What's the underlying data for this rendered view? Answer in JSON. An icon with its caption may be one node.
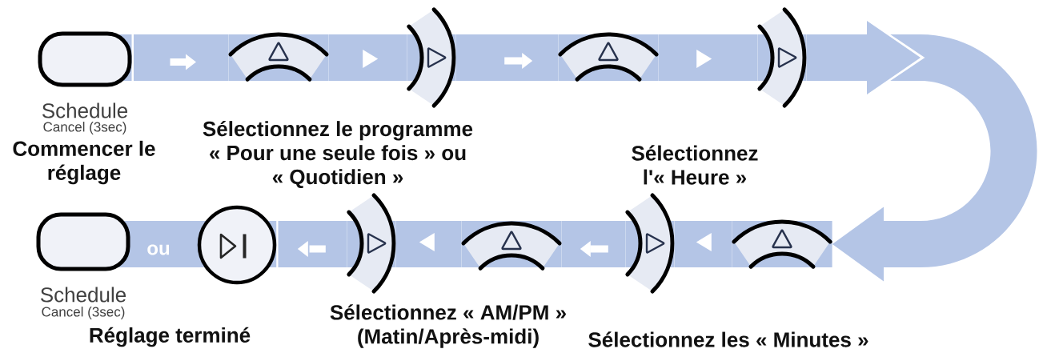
{
  "diagram": {
    "nodes": [
      {
        "text": [
          "Schedule",
          "Cancel (3sec)"
        ]
      },
      {
        "text": [],
        "shape": "arc"
      },
      {
        "text": [],
        "shape": "arc"
      },
      {
        "text": [],
        "shape": "arc"
      },
      {
        "text": [],
        "shape": "arc"
      },
      {
        "text": [
          "Schedule",
          "Cancel (3sec)"
        ]
      },
      {
        "text": [],
        "shape": "circle"
      },
      {
        "text": [],
        "shape": "arc"
      },
      {
        "text": [],
        "shape": "arc"
      },
      {
        "text": [],
        "shape": "arc"
      },
      {
        "text": [],
        "shape": "arc"
      }
    ],
    "edges": [
      {
        "from": 0,
        "to": 1,
        "arrow": "to"
      },
      {
        "from": 1,
        "to": 2,
        "arrow": "to"
      },
      {
        "from": 2,
        "to": 3,
        "arrow": "to"
      },
      {
        "from": 3,
        "to": 4,
        "arrow": "to"
      },
      {
        "from": 4,
        "to": null,
        "arrow": "to"
      },
      {
        "from": null,
        "to": 10,
        "arrow": "to"
      },
      {
        "from": 10,
        "to": 9,
        "arrow": "to"
      },
      {
        "from": 9,
        "to": 8,
        "arrow": "to"
      },
      {
        "from": 8,
        "to": 7,
        "arrow": "to"
      },
      {
        "from": 7,
        "to": 6,
        "arrow": "to"
      }
    ],
    "labels": [
      "Commencer le réglage",
      "Sélectionnez le programme « Pour une seule fois » ou « Quotidien »",
      "Sélectionnez l'« Heure »",
      "ou",
      "Réglage terminé",
      "Sélectionnez « AM/PM » (Matin/Après-midi)",
      "Sélectionnez les « Minutes »"
    ]
  }
}
